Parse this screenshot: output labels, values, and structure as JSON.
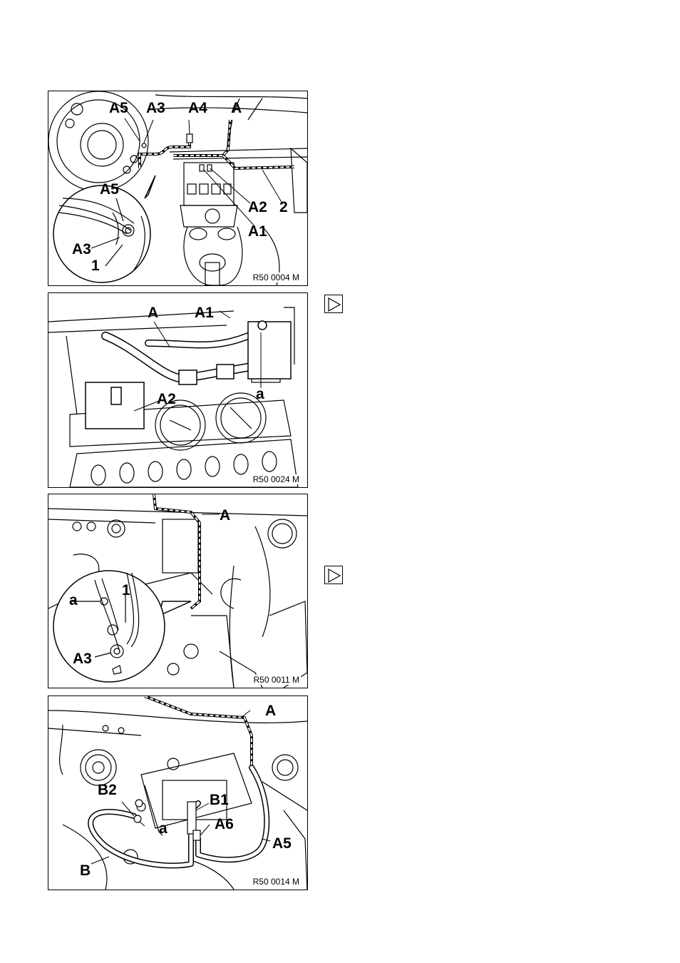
{
  "figures": [
    {
      "ref": "R50 0004 M",
      "labels": {
        "a5_top": "A5",
        "a3_top": "A3",
        "a4": "A4",
        "a": "A",
        "a5_inset": "A5",
        "a2": "A2",
        "n2": "2",
        "a1": "A1",
        "a3_inset": "A3",
        "n1": "1"
      }
    },
    {
      "ref": "R50 0024 M",
      "labels": {
        "a": "A",
        "a1": "A1",
        "a_small": "a",
        "a2": "A2"
      }
    },
    {
      "ref": "R50 0011 M",
      "labels": {
        "a": "A",
        "n1": "1",
        "a_small": "a",
        "a3": "A3"
      }
    },
    {
      "ref": "R50 0014 M",
      "labels": {
        "a": "A",
        "b2": "B2",
        "b1": "B1",
        "a_small": "a",
        "a6": "A6",
        "a5": "A5",
        "b": "B"
      }
    }
  ],
  "step_markers": [
    "play-arrow",
    "play-arrow"
  ]
}
